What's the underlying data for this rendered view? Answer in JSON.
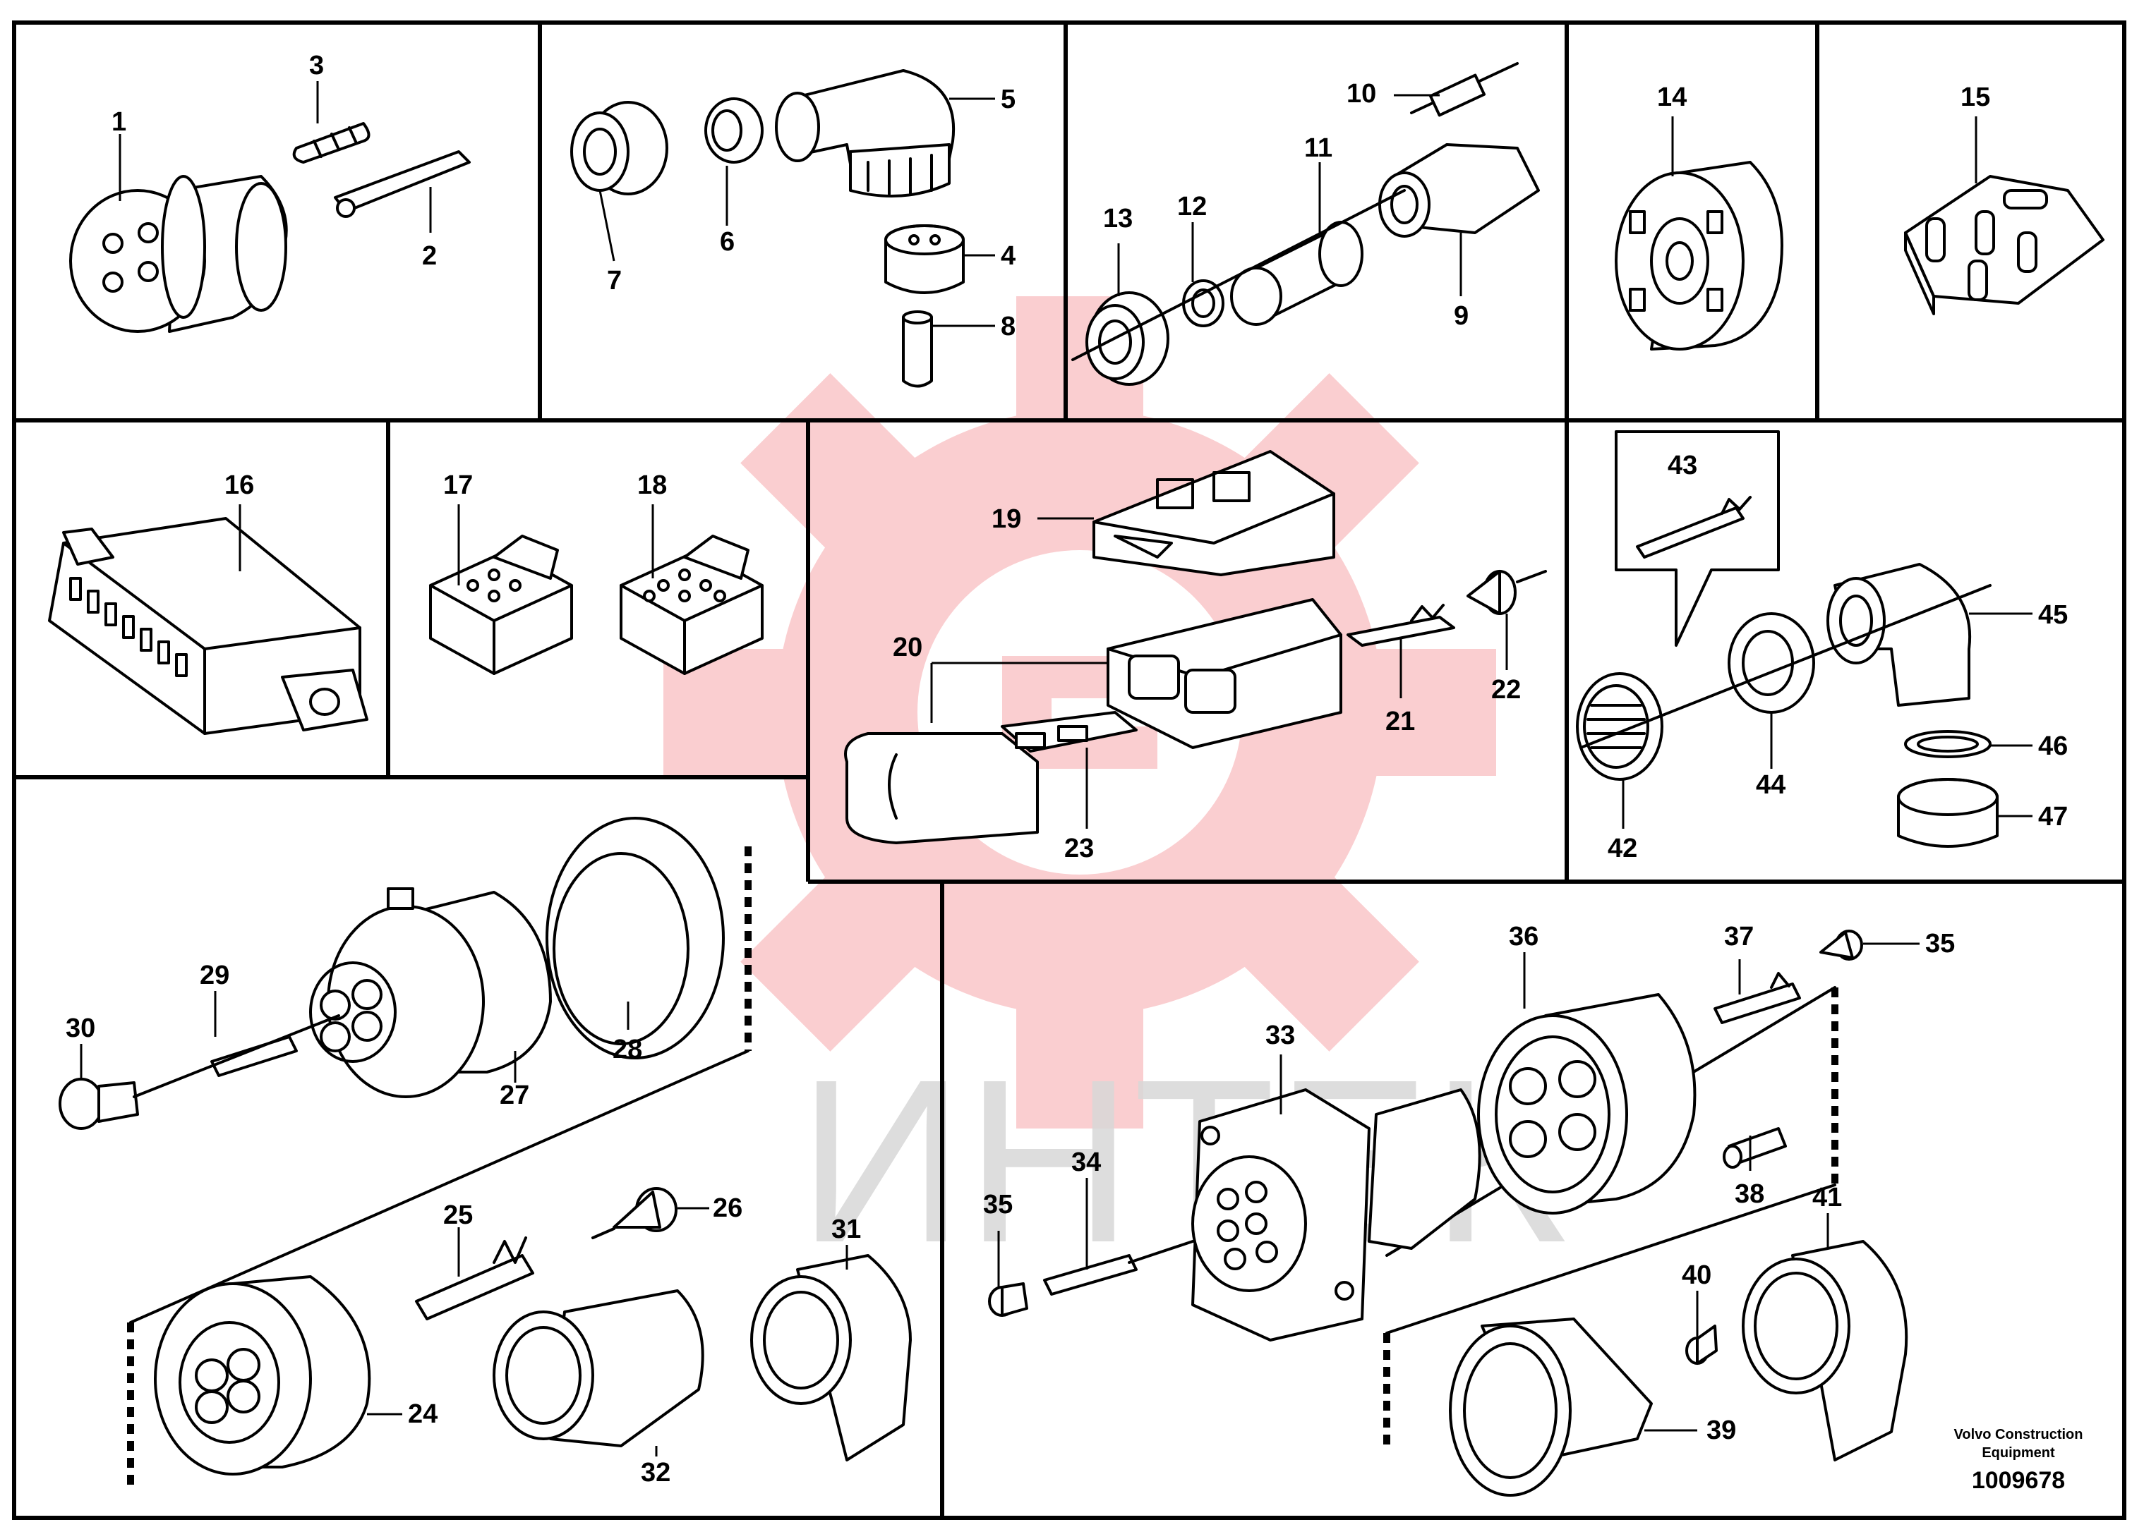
{
  "footer": {
    "brand_line1": "Volvo Construction",
    "brand_line2": "Equipment",
    "drawing_number": "1009678"
  },
  "watermark": {
    "text": "ИНТЕК",
    "logo": "gear-logo",
    "color": "#e8202a"
  },
  "labels": {
    "l1": "1",
    "l2": "2",
    "l3": "3",
    "l4": "4",
    "l5": "5",
    "l6": "6",
    "l7": "7",
    "l8": "8",
    "l9": "9",
    "l10": "10",
    "l11": "11",
    "l12": "12",
    "l13": "13",
    "l14": "14",
    "l15": "15",
    "l16": "16",
    "l17": "17",
    "l18": "18",
    "l19": "19",
    "l20": "20",
    "l21": "21",
    "l22": "22",
    "l23": "23",
    "l24": "24",
    "l25": "25",
    "l26": "26",
    "l27": "27",
    "l28": "28",
    "l29": "29",
    "l30": "30",
    "l31": "31",
    "l32": "32",
    "l33": "33",
    "l34": "34",
    "l35a": "35",
    "l35b": "35",
    "l36": "36",
    "l37": "37",
    "l38": "38",
    "l39": "39",
    "l40": "40",
    "l41": "41",
    "l42": "42",
    "l43": "43",
    "l44": "44",
    "l45": "45",
    "l46": "46",
    "l47": "47"
  }
}
